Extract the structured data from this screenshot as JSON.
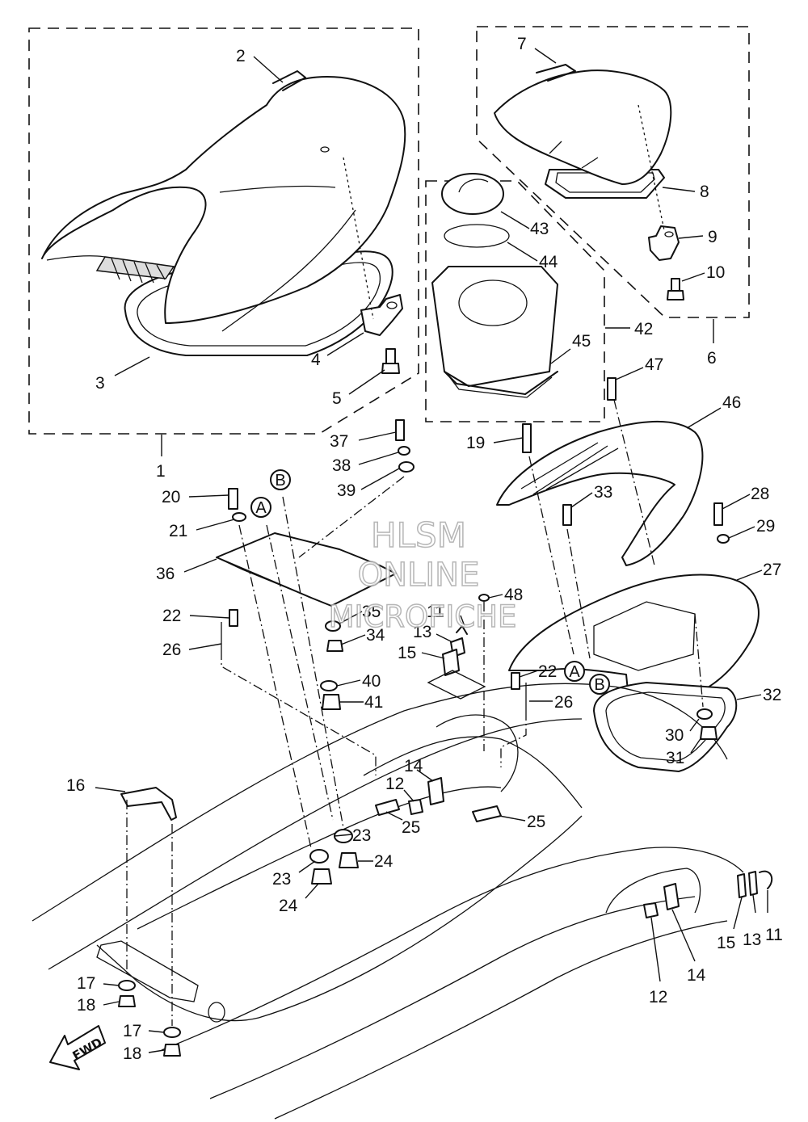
{
  "watermark": {
    "line1": "HLSM",
    "line2": "ONLINE",
    "line3": "MICROFICHE"
  },
  "fwd_label": "FWD",
  "reference_letters": {
    "a": "A",
    "b": "B"
  },
  "callouts": [
    {
      "id": "c-1",
      "label": "1"
    },
    {
      "id": "c-2",
      "label": "2"
    },
    {
      "id": "c-3",
      "label": "3"
    },
    {
      "id": "c-4",
      "label": "4"
    },
    {
      "id": "c-5",
      "label": "5"
    },
    {
      "id": "c-6",
      "label": "6"
    },
    {
      "id": "c-7",
      "label": "7"
    },
    {
      "id": "c-8",
      "label": "8"
    },
    {
      "id": "c-9",
      "label": "9"
    },
    {
      "id": "c-10",
      "label": "10"
    },
    {
      "id": "c-11a",
      "label": "11"
    },
    {
      "id": "c-11b",
      "label": "11"
    },
    {
      "id": "c-12a",
      "label": "12"
    },
    {
      "id": "c-12b",
      "label": "12"
    },
    {
      "id": "c-13a",
      "label": "13"
    },
    {
      "id": "c-13b",
      "label": "13"
    },
    {
      "id": "c-14a",
      "label": "14"
    },
    {
      "id": "c-14b",
      "label": "14"
    },
    {
      "id": "c-15a",
      "label": "15"
    },
    {
      "id": "c-15b",
      "label": "15"
    },
    {
      "id": "c-16",
      "label": "16"
    },
    {
      "id": "c-17a",
      "label": "17"
    },
    {
      "id": "c-17b",
      "label": "17"
    },
    {
      "id": "c-18a",
      "label": "18"
    },
    {
      "id": "c-18b",
      "label": "18"
    },
    {
      "id": "c-19",
      "label": "19"
    },
    {
      "id": "c-20",
      "label": "20"
    },
    {
      "id": "c-21",
      "label": "21"
    },
    {
      "id": "c-22a",
      "label": "22"
    },
    {
      "id": "c-22b",
      "label": "22"
    },
    {
      "id": "c-23a",
      "label": "23"
    },
    {
      "id": "c-23b",
      "label": "23"
    },
    {
      "id": "c-24a",
      "label": "24"
    },
    {
      "id": "c-24b",
      "label": "24"
    },
    {
      "id": "c-25a",
      "label": "25"
    },
    {
      "id": "c-25b",
      "label": "25"
    },
    {
      "id": "c-26a",
      "label": "26"
    },
    {
      "id": "c-26b",
      "label": "26"
    },
    {
      "id": "c-27",
      "label": "27"
    },
    {
      "id": "c-28",
      "label": "28"
    },
    {
      "id": "c-29",
      "label": "29"
    },
    {
      "id": "c-30",
      "label": "30"
    },
    {
      "id": "c-31",
      "label": "31"
    },
    {
      "id": "c-32",
      "label": "32"
    },
    {
      "id": "c-33",
      "label": "33"
    },
    {
      "id": "c-34",
      "label": "34"
    },
    {
      "id": "c-35",
      "label": "35"
    },
    {
      "id": "c-36",
      "label": "36"
    },
    {
      "id": "c-37",
      "label": "37"
    },
    {
      "id": "c-38",
      "label": "38"
    },
    {
      "id": "c-39",
      "label": "39"
    },
    {
      "id": "c-40",
      "label": "40"
    },
    {
      "id": "c-41",
      "label": "41"
    },
    {
      "id": "c-42",
      "label": "42"
    },
    {
      "id": "c-43",
      "label": "43"
    },
    {
      "id": "c-44",
      "label": "44"
    },
    {
      "id": "c-45",
      "label": "45"
    },
    {
      "id": "c-46",
      "label": "46"
    },
    {
      "id": "c-47",
      "label": "47"
    },
    {
      "id": "c-48",
      "label": "48"
    }
  ]
}
